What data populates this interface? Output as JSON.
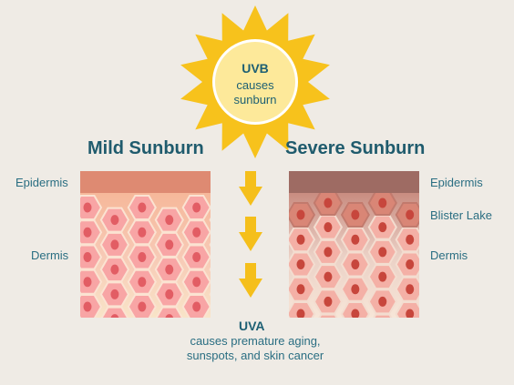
{
  "colors": {
    "background": "#efebe5",
    "sun": "#f7c21c",
    "sun_inner": "#fde99a",
    "text": "#1f5b6d",
    "arrow": "#f5bf1b",
    "mild_epidermis": "#de8a72",
    "severe_epidermis": "#9e6b63",
    "cell_mild": "#f8a5a5",
    "nucleus_mild": "#e25d64",
    "cell_severe": "#f4b0a6",
    "nucleus_severe": "#c7463c"
  },
  "sun": {
    "title": "UVB",
    "subtitle_line1": "causes",
    "subtitle_line2": "sunburn"
  },
  "mild": {
    "heading": "Mild Sunburn",
    "label_epidermis": "Epidermis",
    "label_dermis": "Dermis"
  },
  "severe": {
    "heading": "Severe Sunburn",
    "label_epidermis": "Epidermis",
    "label_blister": "Blister Lake",
    "label_dermis": "Dermis"
  },
  "uva": {
    "title": "UVA",
    "subtitle_line1": "causes premature aging,",
    "subtitle_line2": "sunspots, and skin cancer"
  },
  "icons": [
    "sun-icon",
    "down-arrow-icon"
  ]
}
